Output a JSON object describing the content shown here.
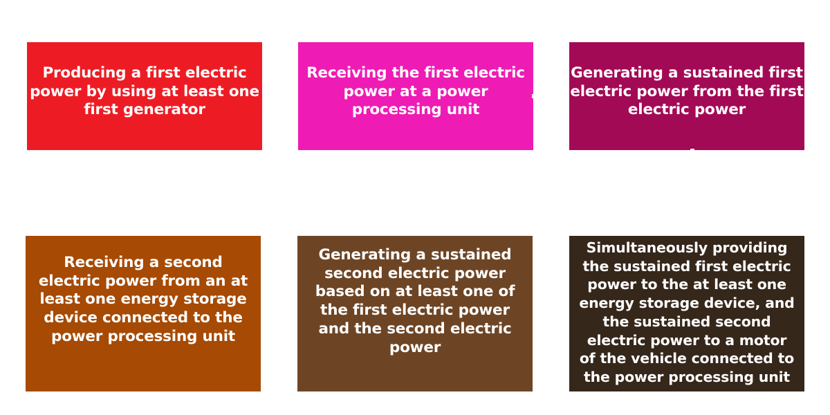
{
  "steps": [
    {
      "id": 1,
      "text": "Producing a first electric power by using at least one first generator",
      "color": "#ed1c24"
    },
    {
      "id": 2,
      "text": "Receiving the first electric power at a power processing unit",
      "color": "#ee1bb4"
    },
    {
      "id": 3,
      "text": "Generating a sustained first electric power from the first electric power",
      "color": "#a30a55"
    },
    {
      "id": 4,
      "text": "Receiving a second electric power from an at least one energy storage device connected to the power processing unit",
      "color": "#a64a04"
    },
    {
      "id": 5,
      "text": "Generating a sustained second electric power based on at least one of the first electric power and the second electric power",
      "color": "#6d4525"
    },
    {
      "id": 6,
      "text": "Simultaneously providing the sustained first electric power to the at least one energy storage device, and the sustained second electric power to a motor of the vehicle connected to the power processing unit",
      "color": "#36271b"
    }
  ]
}
